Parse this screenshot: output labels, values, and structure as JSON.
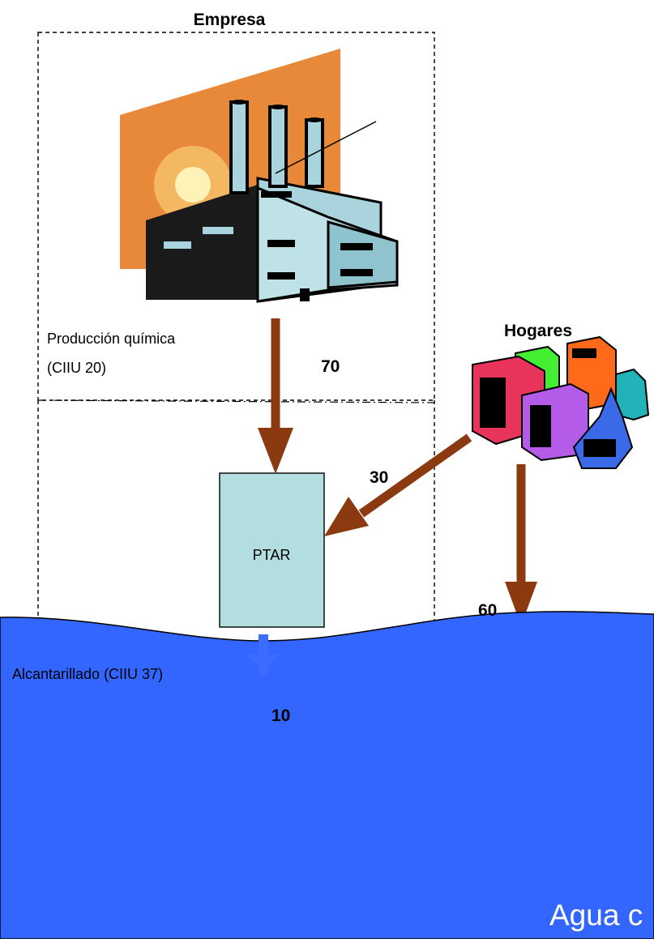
{
  "title": "Empresa",
  "labels": {
    "chemical_production_line1": "Producción química",
    "chemical_production_line2": "(CIIU 20)",
    "households": "Hogares",
    "treatment_plant": "PTAR",
    "sewerage": "Alcantarillado (CIIU 37)",
    "water_body_partial": "Agua c"
  },
  "flows": {
    "factory_to_ptar": "70",
    "households_to_ptar": "30",
    "households_to_water": "60",
    "ptar_to_water": "10"
  },
  "colors": {
    "flow_arrow": "#8B3A0F",
    "treated_arrow": "#3C6BFF",
    "water_body": "#3366FF",
    "ptar_box": "#B2DEE0",
    "factory_backdrop": "#E8893A"
  },
  "icons": [
    "factory-icon",
    "city-buildings-icon"
  ]
}
